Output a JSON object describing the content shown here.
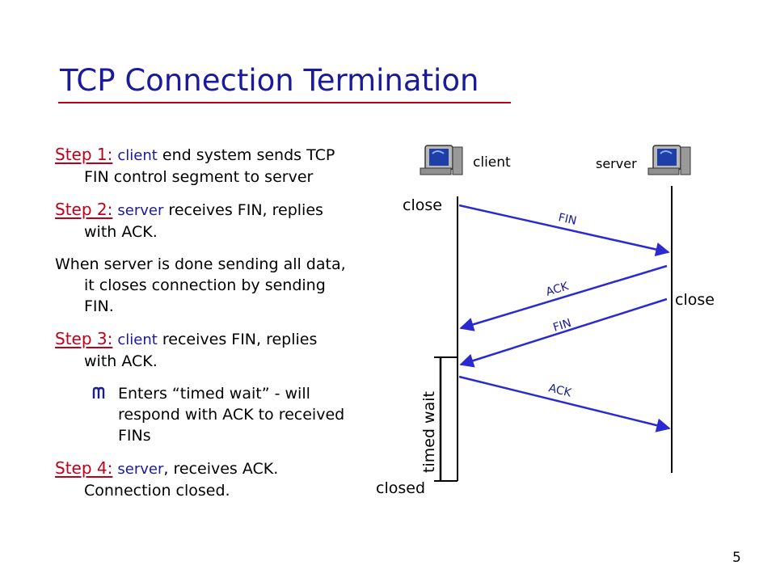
{
  "slide": {
    "title": "TCP Connection Termination",
    "page_number": "5"
  },
  "steps": [
    {
      "label": "Step 1:",
      "actor": "client",
      "rest": " end system sends TCP FIN control segment to server"
    },
    {
      "label": "Step 2:",
      "actor": "server",
      "rest": " receives FIN, replies with ACK."
    },
    {
      "text": "When server is done sending all data, it closes connection by sending FIN."
    },
    {
      "label": "Step 3:",
      "actor": "client",
      "rest": " receives FIN, replies with ACK."
    },
    {
      "bullet": "Enters “timed wait” - will respond with ACK to received FINs"
    },
    {
      "label": "Step 4:",
      "actor": "server",
      "rest": ", receives ACK.  Connection closed."
    }
  ],
  "diagram": {
    "client_label": "client",
    "server_label": "server",
    "client_close": "close",
    "server_close": "close",
    "closed_label": "closed",
    "timed_wait_label": "timed wait",
    "messages": [
      "FIN",
      "ACK",
      "FIN",
      "ACK"
    ],
    "colors": {
      "arrow": "#2a2ad0",
      "text_blue": "#1a1a9a",
      "step_red": "#c0001a"
    },
    "icons": [
      "computer-icon",
      "computer-icon"
    ]
  }
}
